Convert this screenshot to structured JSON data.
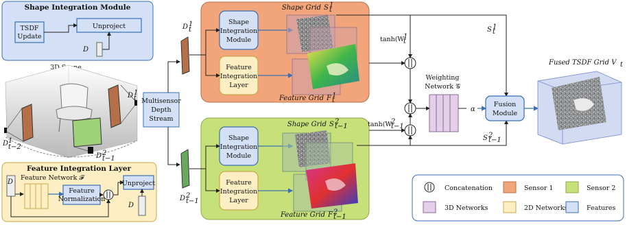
{
  "shape_module": {
    "title": "Shape Integration Module",
    "tsdf_line1": "TSDF",
    "tsdf_line2": "Update",
    "unproject": "Unproject",
    "depth": "D"
  },
  "scene": {
    "title": "3D Scene",
    "cam_t": "D",
    "cam_t_sub": "t",
    "cam_t_sup": "1",
    "cam_t2": "D",
    "cam_t2_sub": "t−2",
    "cam_t2_sup": "1",
    "cam_t1": "D",
    "cam_t1_sub": "t−1",
    "cam_t1_sup": "2"
  },
  "feature_layer": {
    "title": "Feature Integration Layer",
    "network": "Feature Network 𝓕",
    "norm_line1": "Feature",
    "norm_line2": "Normalization",
    "unproject": "Unproject",
    "depth": "D",
    "depth_left": "D"
  },
  "stream": {
    "line1": "Multisensor",
    "line2": "Depth",
    "line3": "Stream"
  },
  "inputs": {
    "top": "D",
    "top_sub": "t",
    "top_sup": "1",
    "bottom": "D",
    "bottom_sub": "t−1",
    "bottom_sup": "2"
  },
  "sensor1_panel": {
    "shape_grid": "Shape Grid",
    "shape_grid_sym": "S",
    "shape_grid_sub": "t",
    "shape_grid_sup": "1",
    "sim_line1": "Shape",
    "sim_line2": "Integration",
    "sim_line3": "Module",
    "fil_line1": "Feature",
    "fil_line2": "Integration",
    "fil_line3": "Layer",
    "feature_grid": "Feature Grid",
    "feature_grid_sym": "F",
    "feature_grid_sub": "t",
    "feature_grid_sup": "1"
  },
  "sensor2_panel": {
    "shape_grid": "Shape Grid",
    "shape_grid_sym": "S",
    "shape_grid_sub": "t−1",
    "shape_grid_sup": "2",
    "sim_line1": "Shape",
    "sim_line2": "Integration",
    "sim_line3": "Module",
    "fil_line1": "Feature",
    "fil_line2": "Integration",
    "fil_line3": "Layer",
    "feature_grid": "Feature Grid",
    "feature_grid_sym": "F",
    "feature_grid_sub": "t−1",
    "feature_grid_sup": "2"
  },
  "fusion": {
    "tanh1": "tanh(W",
    "tanh1_sub": "t",
    "tanh1_sup": "1",
    "tanh2": "tanh(W",
    "tanh2_sub": "t−1",
    "tanh2_sup": "2",
    "s1": "S",
    "s1_sub": "t",
    "s1_sup": "1",
    "s2": "S",
    "s2_sub": "t−1",
    "s2_sup": "2",
    "weighting_line1": "Weighting",
    "weighting_line2": "Network 𝒢",
    "alpha": "α",
    "fusion_line1": "Fusion",
    "fusion_line2": "Module",
    "output": "Fused TSDF Grid V",
    "output_sub": "t"
  },
  "legend": {
    "concat": "Concatenation",
    "sensor1": "Sensor 1",
    "sensor2": "Sensor 2",
    "net3d": "3D Networks",
    "net2d": "2D Networks",
    "features": "Features"
  },
  "colors": {
    "sensor1": "#f2a57a",
    "sensor2": "#c8e07a",
    "features": "#d3e0f5",
    "net3d": "#e3cfe8",
    "net2d": "#fdefc3",
    "module_border": "#3a6fb5"
  }
}
